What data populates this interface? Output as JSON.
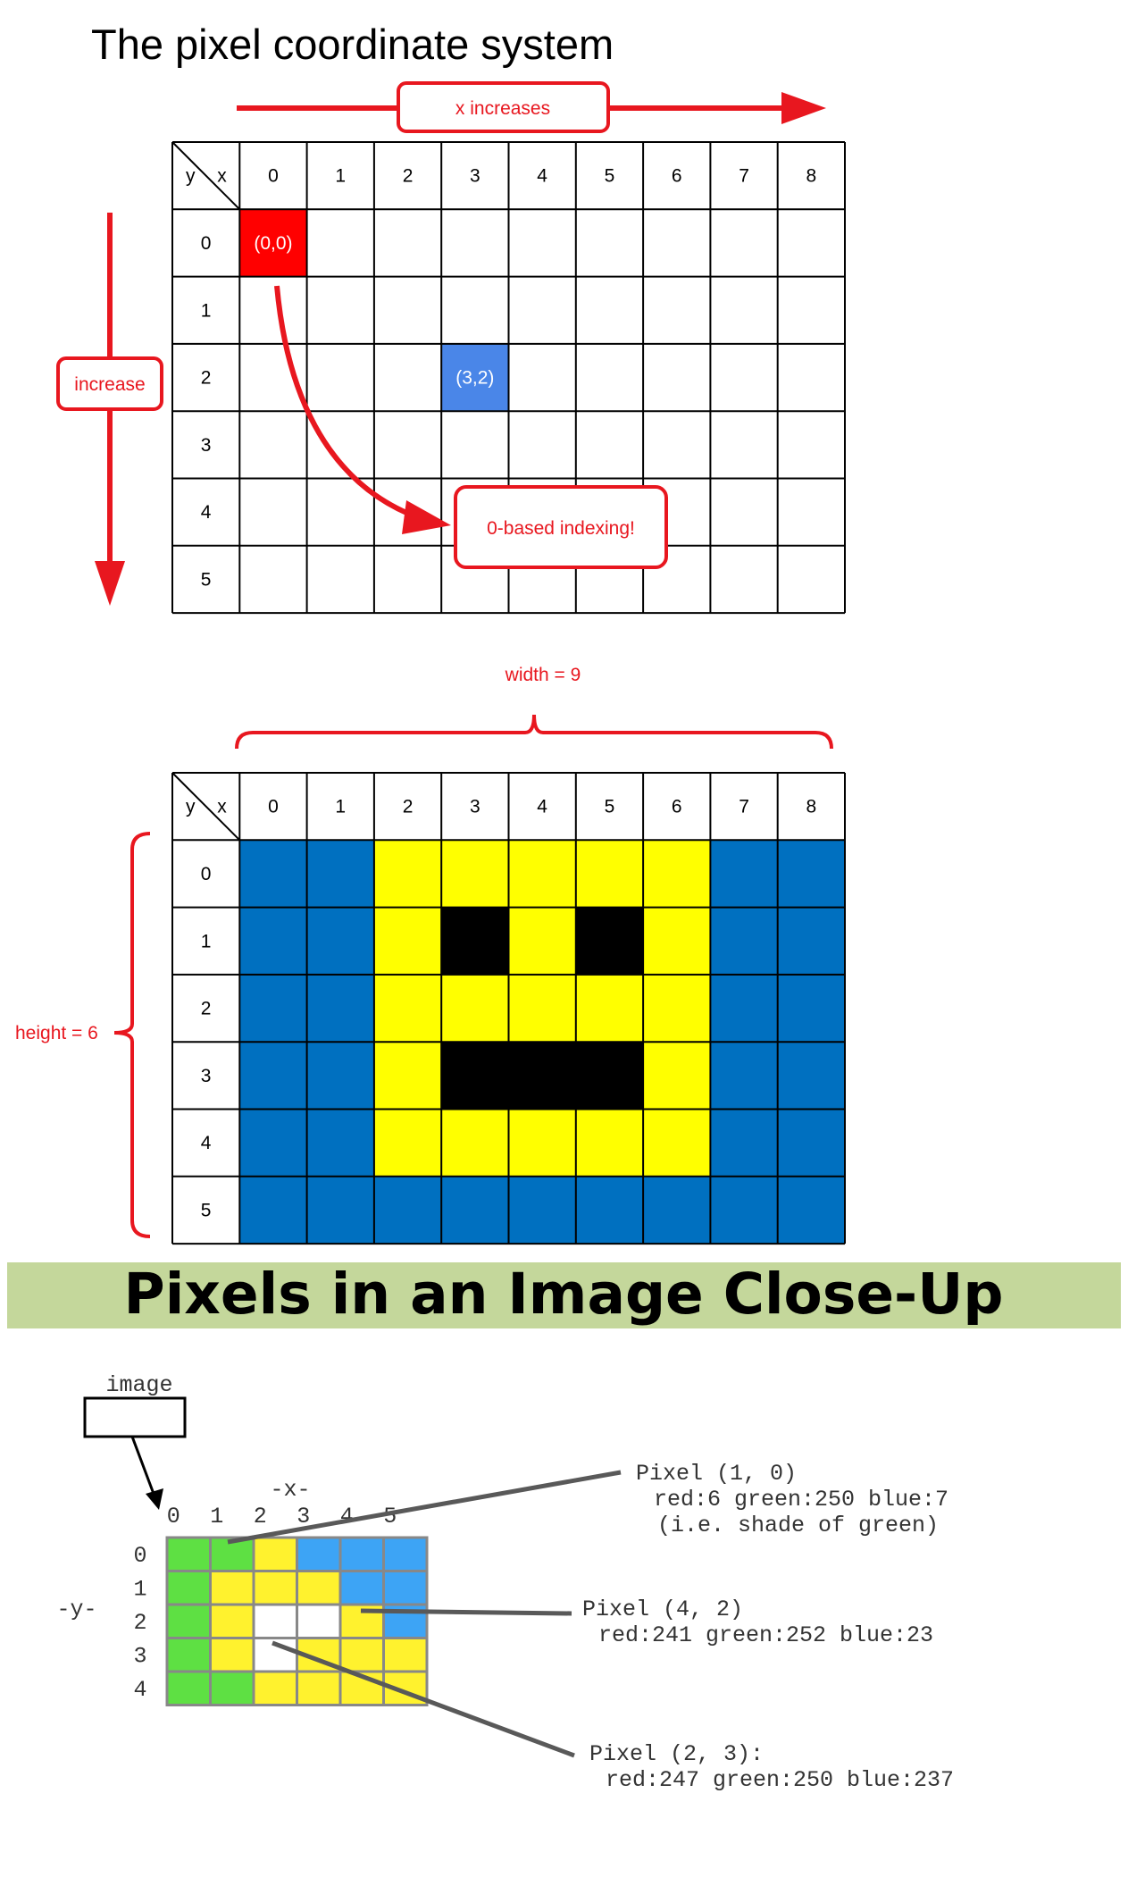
{
  "title": "The pixel coordinate system",
  "grid1": {
    "corner_y": "y",
    "corner_x": "x",
    "x_headers": [
      "0",
      "1",
      "2",
      "3",
      "4",
      "5",
      "6",
      "7",
      "8"
    ],
    "y_headers": [
      "0",
      "1",
      "2",
      "3",
      "4",
      "5"
    ],
    "highlights": [
      {
        "x": 0,
        "y": 0,
        "label": "(0,0)",
        "color": "#ff0000"
      },
      {
        "x": 3,
        "y": 2,
        "label": "(3,2)",
        "color": "#4a86e8"
      }
    ],
    "x_increases_label": "x increases",
    "y_increase_label": "increase",
    "indexing_label": "0-based indexing!"
  },
  "grid2": {
    "corner_y": "y",
    "corner_x": "x",
    "x_headers": [
      "0",
      "1",
      "2",
      "3",
      "4",
      "5",
      "6",
      "7",
      "8"
    ],
    "y_headers": [
      "0",
      "1",
      "2",
      "3",
      "4",
      "5"
    ],
    "width_label": "width = 9",
    "height_label": "height = 6",
    "colors": {
      "B": "#0070c0",
      "Y": "#ffff00",
      "K": "#000000"
    },
    "rows": [
      "BBYYYYYBB",
      "BBYKYKYBB",
      "BBYYYYYBB",
      "BBYKKKYBB",
      "BBYYYYYBB",
      "BBBBBBBBB"
    ]
  },
  "banner": {
    "title": "Pixels in an Image Close-Up",
    "background": "#c4d79b"
  },
  "closeup": {
    "image_label": "image",
    "x_axis_label": "-x-",
    "y_axis_label": "-y-",
    "x_headers": [
      "0",
      "1",
      "2",
      "3",
      "4",
      "5"
    ],
    "y_headers": [
      "0",
      "1",
      "2",
      "3",
      "4"
    ],
    "colors": {
      "G": "#5ee043",
      "Y": "#fff22e",
      "C": "#3da4f5",
      "W": "#ffffff"
    },
    "rows": [
      "GGYCCC",
      "GYYYCC",
      "GYWWYC",
      "GYWYYY",
      "GGYYYY"
    ],
    "callouts": [
      {
        "title": "Pixel (1, 0)",
        "lines": [
          "red:6 green:250 blue:7",
          "(i.e. shade of green)"
        ]
      },
      {
        "title": "Pixel (4, 2)",
        "lines": [
          "red:241 green:252 blue:23"
        ]
      },
      {
        "title": "Pixel (2, 3):",
        "lines": [
          "red:247 green:250 blue:237"
        ]
      }
    ]
  }
}
